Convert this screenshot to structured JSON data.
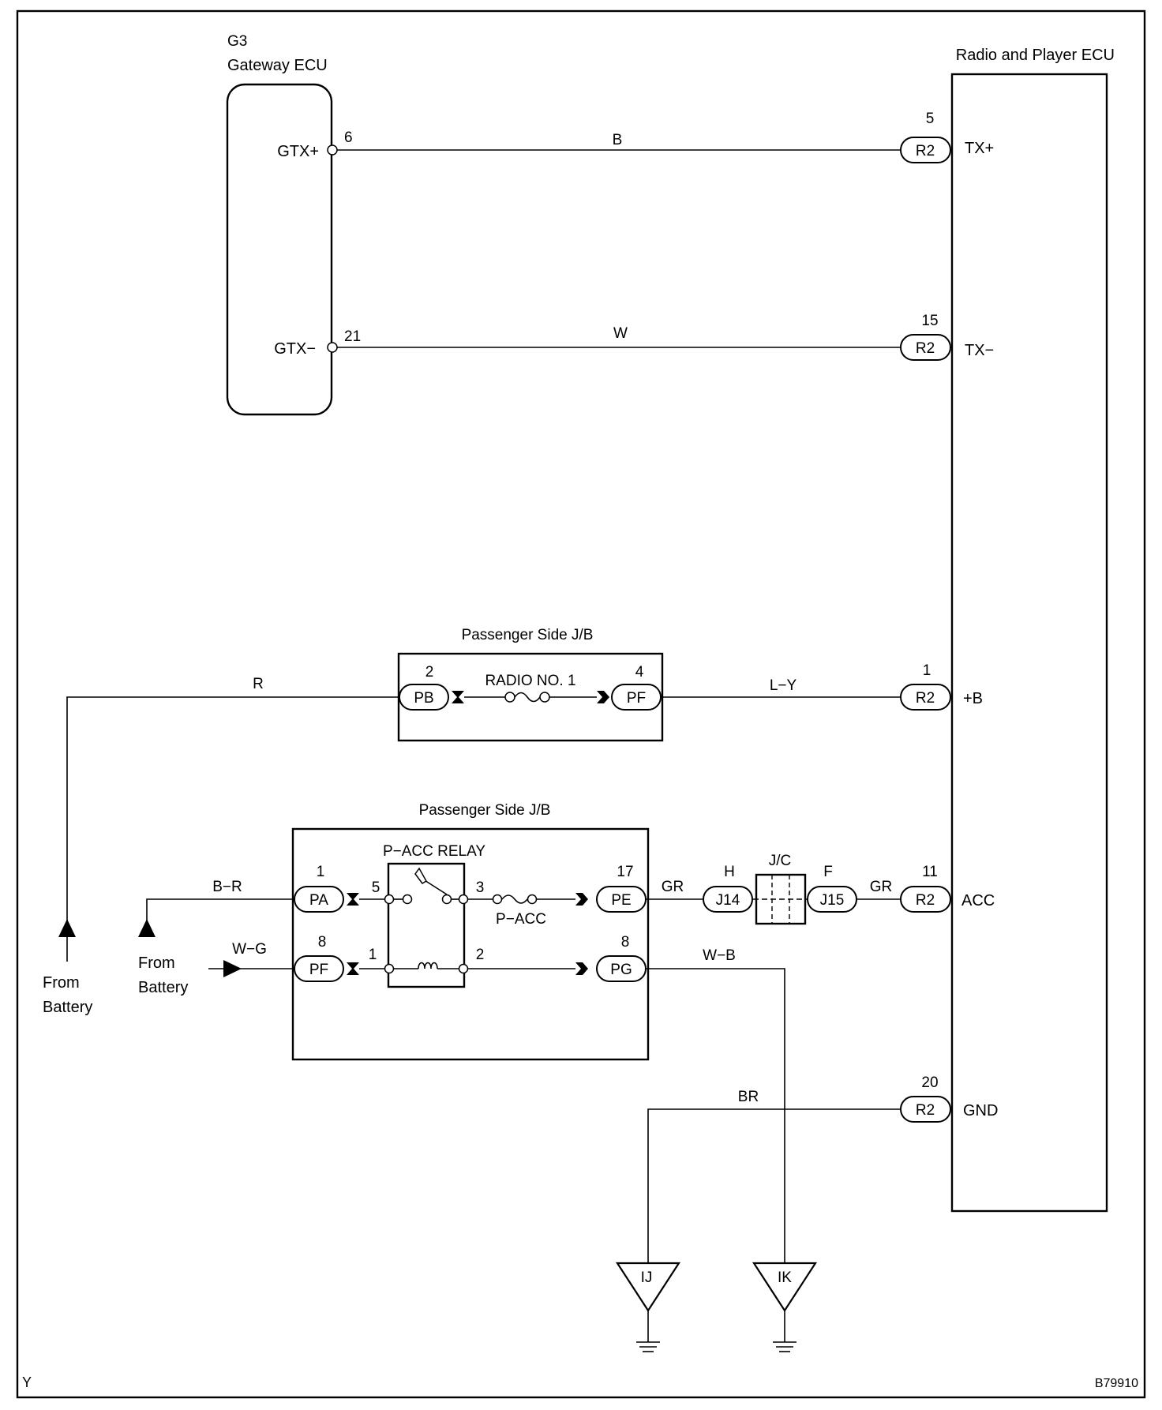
{
  "corner_left": "Y",
  "corner_right": "B79910",
  "gateway": {
    "code": "G3",
    "name": "Gateway ECU",
    "pins": [
      {
        "label": "GTX+",
        "num": "6"
      },
      {
        "label": "GTX−",
        "num": "21"
      }
    ]
  },
  "radio": {
    "name": "Radio and Player ECU",
    "connector": "R2",
    "pins": [
      {
        "num": "5",
        "label": "TX+"
      },
      {
        "num": "15",
        "label": "TX−"
      },
      {
        "num": "1",
        "label": "+B"
      },
      {
        "num": "11",
        "label": "ACC"
      },
      {
        "num": "20",
        "label": "GND"
      }
    ]
  },
  "wires": {
    "tx_plus": "B",
    "tx_minus": "W",
    "battery_feed": "R",
    "plus_b": "L−Y",
    "relay_feed": "B−R",
    "relay_coil": "W−G",
    "acc_1": "GR",
    "acc_2": "GR",
    "coil_ground": "W−B",
    "ground": "BR"
  },
  "jb_upper": {
    "title": "Passenger Side J/B",
    "fuse": "RADIO NO. 1",
    "in_conn": "PB",
    "in_pin": "2",
    "out_conn": "PF",
    "out_pin": "4"
  },
  "jb_lower": {
    "title": "Passenger Side J/B",
    "relay": "P−ACC RELAY",
    "fuse": "P−ACC",
    "conns": [
      {
        "name": "PA",
        "pin": "1"
      },
      {
        "name": "PF",
        "pin": "8"
      },
      {
        "name": "PE",
        "pin": "17"
      },
      {
        "name": "PG",
        "pin": "8"
      }
    ],
    "relay_pins": [
      "5",
      "3",
      "1",
      "2"
    ]
  },
  "junction": {
    "title": "J/C",
    "left_conn": "J14",
    "left_pin": "H",
    "right_conn": "J15",
    "right_pin": "F"
  },
  "battery_labels": {
    "line1": "From",
    "line2": "Battery"
  },
  "grounds": [
    "IJ",
    "IK"
  ]
}
